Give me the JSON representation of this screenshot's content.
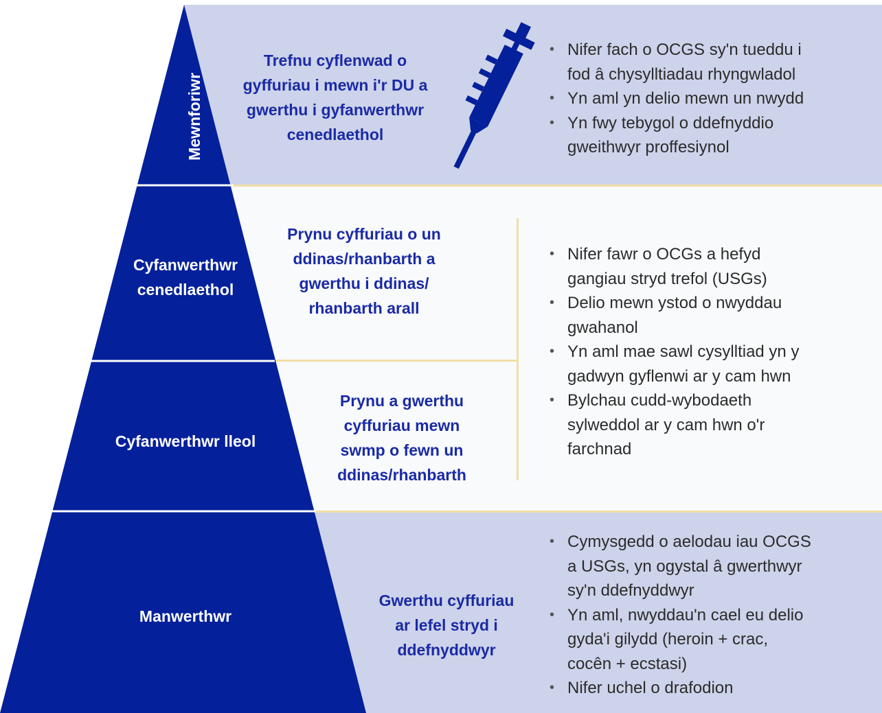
{
  "colors": {
    "pyramid": "#04209a",
    "band_light": "#cdd3ea",
    "band_white": "#f8fafc",
    "heading_blue": "#1a2aa5",
    "divider_gold": "#f2dfa5",
    "bullet_text": "#2b2b2b"
  },
  "tiers": [
    {
      "label": "Mewnforiwr",
      "description": "Trefnu cyflenwad o\ngyffuriau i mewn i'r DU a\ngwerthu i gyfanwerthwr\ncenedlaethol",
      "icon": "syringe-icon"
    },
    {
      "label": "Cyfanwerthwr\ncenedlaethol",
      "description": "Prynu cyffuriau o un\nddinas/rhanbarth a\ngwerthu i ddinas/\nrhanbarth arall"
    },
    {
      "label": "Cyfanwerthwr lleol",
      "description": "Prynu a gwerthu\ncyffuriau mewn\nswmp o fewn un\nddinas/rhanbarth"
    },
    {
      "label": "Manwerthwr",
      "description": "Gwerthu cyffuriau\nar lefel stryd i\nddefnyddwyr"
    }
  ],
  "bullets": {
    "importer": [
      "Nifer fach o OCGS sy'n tueddu i\nfod â chysylltiadau rhyngwladol",
      "Yn aml yn delio mewn un nwydd",
      "Yn fwy tebygol o ddefnyddio\ngweithwyr proffesiynol"
    ],
    "wholesale": [
      "Nifer fawr o OCGs a hefyd\ngangiau stryd trefol (USGs)",
      "Delio mewn ystod o nwyddau\ngwahanol",
      "Yn aml mae sawl cysylltiad yn y\ngadwyn gyflenwi ar y cam hwn",
      "Bylchau cudd-wybodaeth\nsylweddol ar y cam hwn o'r\nfarchnad"
    ],
    "retail": [
      "Cymysgedd o aelodau iau OCGS\na USGs, yn ogystal â gwerthwyr\nsy'n ddefnyddwyr",
      "Yn aml, nwyddau'n cael eu delio\ngyda'i gilydd (heroin + crac,\ncocên + ecstasi)",
      "Nifer uchel o drafodion"
    ]
  }
}
